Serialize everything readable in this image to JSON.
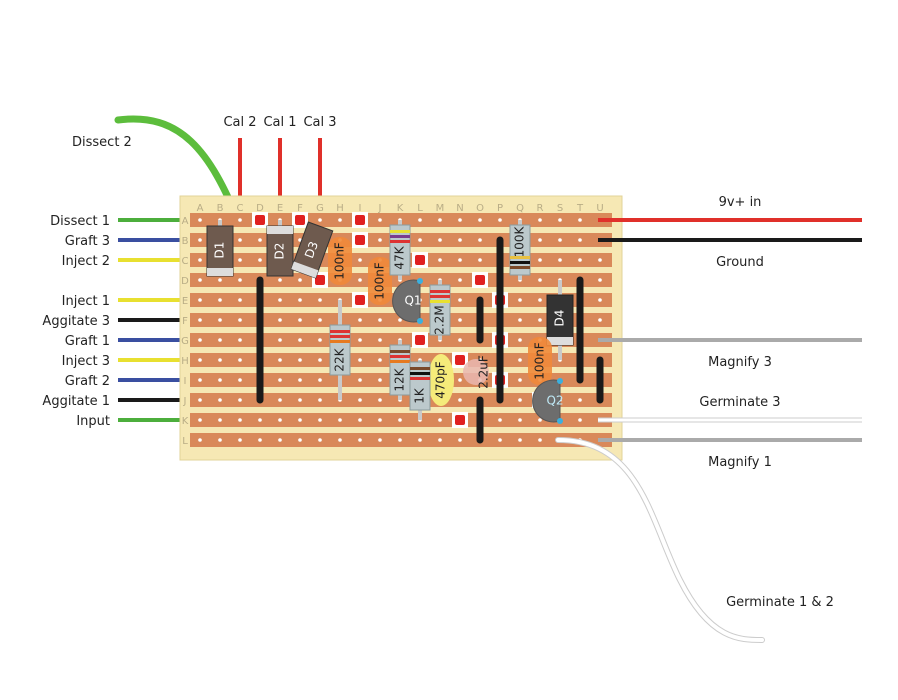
{
  "title_wires": {
    "top_left": "Dissect 2",
    "top": [
      "Cal 2",
      "Cal 1",
      "Cal 3"
    ]
  },
  "left_wires": [
    {
      "label": "Dissect 1",
      "color": "#4cae3c"
    },
    {
      "label": "Graft 3",
      "color": "#3a4fa0"
    },
    {
      "label": "Inject 2",
      "color": "#e8e030"
    },
    {
      "label": "Inject 1",
      "color": "#e8e030"
    },
    {
      "label": "Aggitate 3",
      "color": "#1a1a1a"
    },
    {
      "label": "Graft 1",
      "color": "#3a4fa0"
    },
    {
      "label": "Inject 3",
      "color": "#e8e030"
    },
    {
      "label": "Graft 2",
      "color": "#3a4fa0"
    },
    {
      "label": "Aggitate 1",
      "color": "#1a1a1a"
    },
    {
      "label": "Input",
      "color": "#4cae3c"
    }
  ],
  "right_wires": [
    "9v+ in",
    "Ground",
    "Magnify 3",
    "Germinate 3",
    "Magnify 1",
    "Germinate 1 & 2"
  ],
  "columns": [
    "A",
    "B",
    "C",
    "D",
    "E",
    "F",
    "G",
    "H",
    "I",
    "J",
    "K",
    "L",
    "M",
    "N",
    "O",
    "P",
    "Q",
    "R",
    "S",
    "T",
    "U"
  ],
  "rows": [
    "A",
    "B",
    "C",
    "D",
    "E",
    "F",
    "G",
    "H",
    "I",
    "J",
    "K",
    "L"
  ],
  "components": {
    "D1": "D1",
    "D2": "D2",
    "D3": "D3",
    "D4": "D4",
    "Q1": "Q1",
    "Q2": "Q2",
    "C1": "100nF",
    "C2": "100nF",
    "C3": "100nF",
    "C4": "470pF",
    "C5": "2.2uF",
    "R1": "47K",
    "R2": "2.2M",
    "R3": "22K",
    "R4": "12K",
    "R5": "1K",
    "R6": "100K"
  },
  "colors": {
    "board": "#f6e8b4",
    "strip": "#d9895a",
    "wire_red": "#e0302a",
    "wire_black": "#1a1a1a"
  }
}
